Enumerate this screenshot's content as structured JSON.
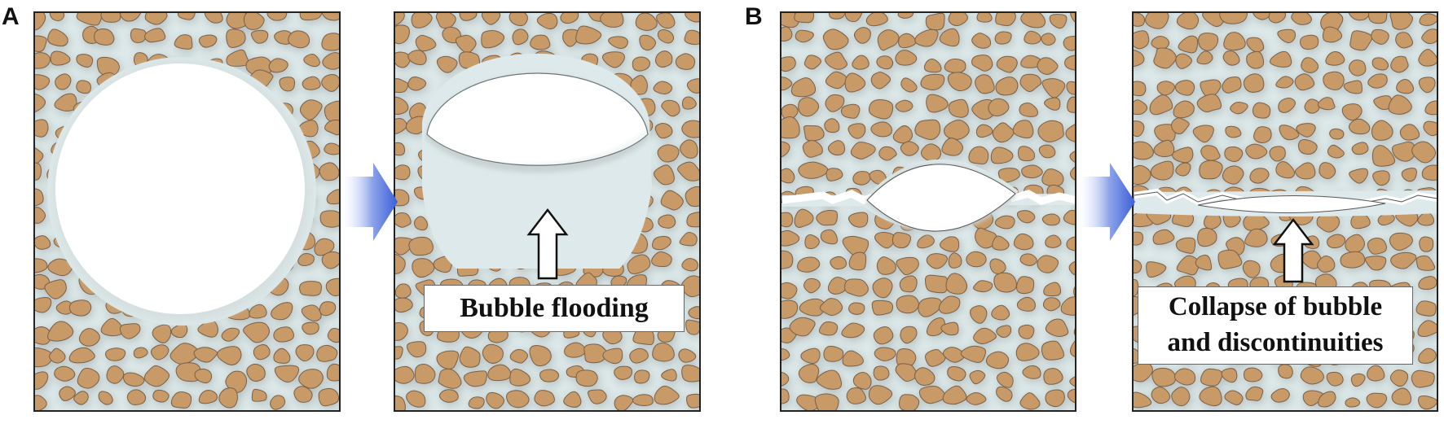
{
  "panels": [
    {
      "letter": "A"
    },
    {
      "letter": "B"
    }
  ],
  "captions": {
    "bubble_flooding": "Bubble flooding",
    "collapse_line1": "Collapse of bubble",
    "collapse_line2": "and discontinuities"
  },
  "colors": {
    "grain_fill": "#c79a68",
    "grain_stroke": "#7a6048",
    "grain_shadow": "#8a8e8c",
    "water": "#dde9ea",
    "frame": "#222222",
    "arrow_blue": "#3b5fd8",
    "bubble": "#ffffff"
  },
  "icons": {
    "transition_arrow": "blue-right-arrow-icon",
    "indicator_arrow": "hollow-up-arrow-icon"
  }
}
